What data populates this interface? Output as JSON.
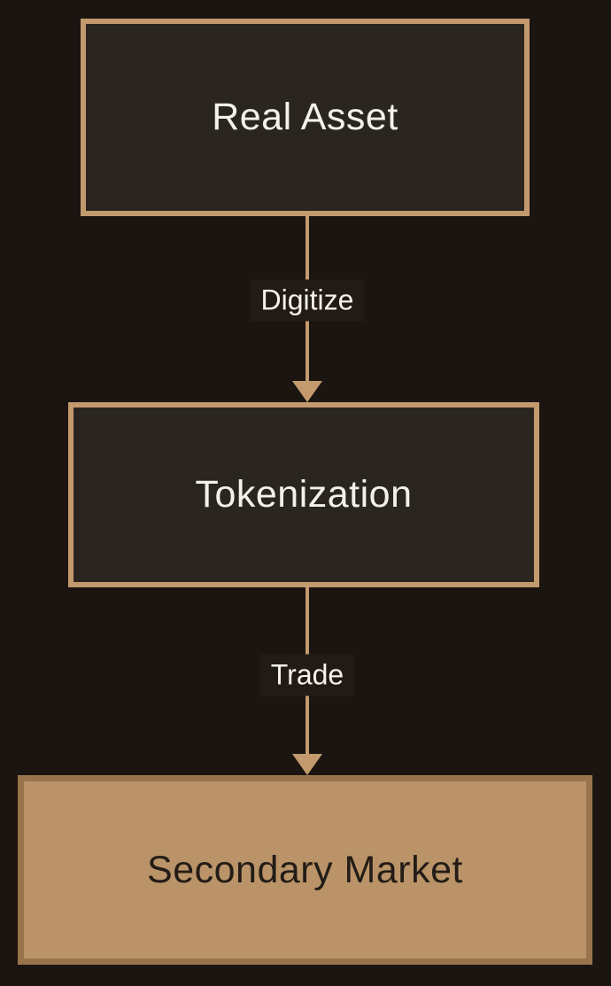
{
  "diagram": {
    "type": "flowchart",
    "direction": "top-down",
    "nodes": [
      {
        "id": "real-asset",
        "label": "Real Asset",
        "variant": "dark"
      },
      {
        "id": "tokenization",
        "label": "Tokenization",
        "variant": "dark"
      },
      {
        "id": "secondary-market",
        "label": "Secondary Market",
        "variant": "highlight"
      }
    ],
    "edges": [
      {
        "from": "real-asset",
        "to": "tokenization",
        "label": "Digitize"
      },
      {
        "from": "tokenization",
        "to": "secondary-market",
        "label": "Trade"
      }
    ],
    "colors": {
      "background": "#1b1511",
      "dark_node_fill": "#2b2520",
      "tan_border": "#c39a6d",
      "highlight_fill": "#ba9468",
      "highlight_border": "#97744b",
      "text_light": "#f4f1ed",
      "text_dark": "#231c17",
      "arrow": "#c39a6d"
    }
  }
}
